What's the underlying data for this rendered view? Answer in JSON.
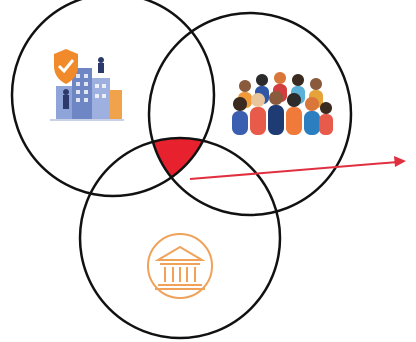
{
  "diagram": {
    "circles": [
      {
        "role": "security-buildings",
        "icon": "shield-buildings-icon"
      },
      {
        "role": "people",
        "icon": "crowd-people-icon"
      },
      {
        "role": "institution",
        "icon": "bank-building-icon"
      }
    ],
    "intersection_fill": "#e8212e",
    "arrow_color": "#e03040",
    "outline_color": "#111111",
    "icon_colors": {
      "shield": "#f08a2a",
      "buildings": "#6f86c4",
      "bank": "#f0a25a"
    }
  }
}
